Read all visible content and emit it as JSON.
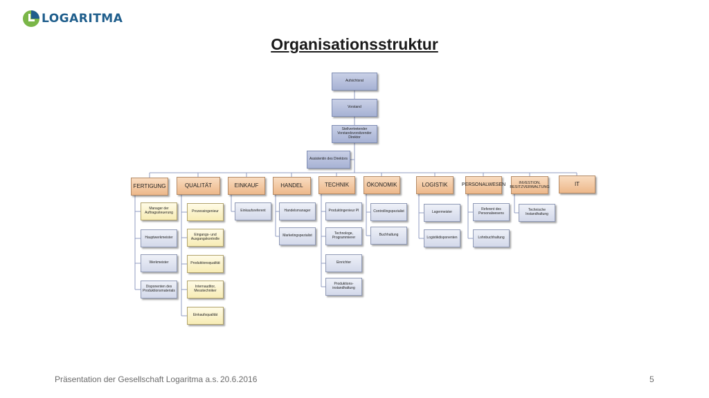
{
  "header": {
    "logo_text": "LOGARITMA"
  },
  "title": "Organisationsstruktur",
  "chain": [
    "Aufsichtsrat",
    "Vorstand",
    "Stellvertretender Vorstandsvorsitzender Direktor",
    "Assistentin des Direktors"
  ],
  "departments": [
    {
      "label": "FERTIGUNG",
      "subs": [
        "Manager der Auftragssteuerung",
        "Hauptwerkmeister",
        "Werkmeister",
        "Disponenten des Produktionsmaterials"
      ]
    },
    {
      "label": "QUALITÄT",
      "subs": [
        "Prozessingenieur",
        "Eingangs- und Ausgangskontrolle",
        "Produktionsqualität",
        "Internauditor, Messtechniker",
        "Einkaufsqualität"
      ]
    },
    {
      "label": "EINKAUF",
      "subs": [
        "Einkaufsreferent"
      ]
    },
    {
      "label": "HANDEL",
      "subs": [
        "Handelsmanager",
        "Marketingspezialist"
      ]
    },
    {
      "label": "TECHNIK",
      "subs": [
        "Produktingenieur PI",
        "Technologe, Programmierer",
        "Einrichter",
        "Produktions-instandhaltung"
      ]
    },
    {
      "label": "ÖKONOMIK",
      "subs": [
        "Controllingspezialist",
        "Buchhaltung"
      ]
    },
    {
      "label": "LOGISTIK",
      "subs": [
        "Lagermeister",
        "Logistikdisponenten"
      ]
    },
    {
      "label": "PERSONALWESEN",
      "subs": [
        "Referent des Personalwesens",
        "Lohnbuchhaltung"
      ]
    },
    {
      "label": "INVESTION, BESITZVERWALTUNG",
      "subs": [
        "Technische Instandhaltung"
      ]
    },
    {
      "label": "IT",
      "subs": []
    }
  ],
  "footer": {
    "text": "Präsentation der Gesellschaft Logaritma a.s.",
    "date": "20.6.2016",
    "page": "5"
  },
  "colors": {
    "brand_blue": "#1f5e8c",
    "brand_green": "#7ab648",
    "top_box": "#b6bfdc",
    "dept_box": "#f2c69e",
    "sub_yellow": "#fbf3cc",
    "sub_blue": "#e1e6f2"
  }
}
